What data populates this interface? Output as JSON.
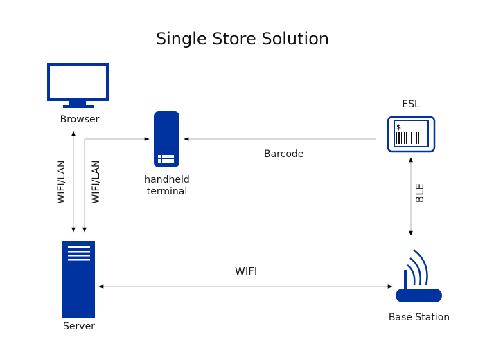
{
  "title": "Single Store Solution",
  "colors": {
    "icon_blue": "#0033a0",
    "line_gray": "#b3b3b3",
    "arrow_black": "#000000"
  },
  "nodes": {
    "browser": {
      "label": "Browser",
      "icon": "monitor-icon"
    },
    "handheld": {
      "label_line1": "handheld",
      "label_line2": "terminal",
      "icon": "handheld-terminal-icon"
    },
    "esl": {
      "label": "ESL",
      "icon": "price-tag-barcode-icon",
      "price_symbol": "$"
    },
    "server": {
      "label": "Server",
      "icon": "server-icon"
    },
    "base_station": {
      "label": "Base Station",
      "icon": "wireless-router-icon"
    }
  },
  "connections": {
    "browser_server": {
      "label": "WIFI/LAN",
      "direction": "bidirectional"
    },
    "server_handheld": {
      "label": "WIFI/LAN",
      "direction": "bidirectional"
    },
    "esl_handheld": {
      "label": "Barcode",
      "direction": "to-handheld"
    },
    "server_base": {
      "label": "WIFI",
      "direction": "bidirectional"
    },
    "esl_base": {
      "label": "BLE",
      "direction": "bidirectional"
    }
  }
}
